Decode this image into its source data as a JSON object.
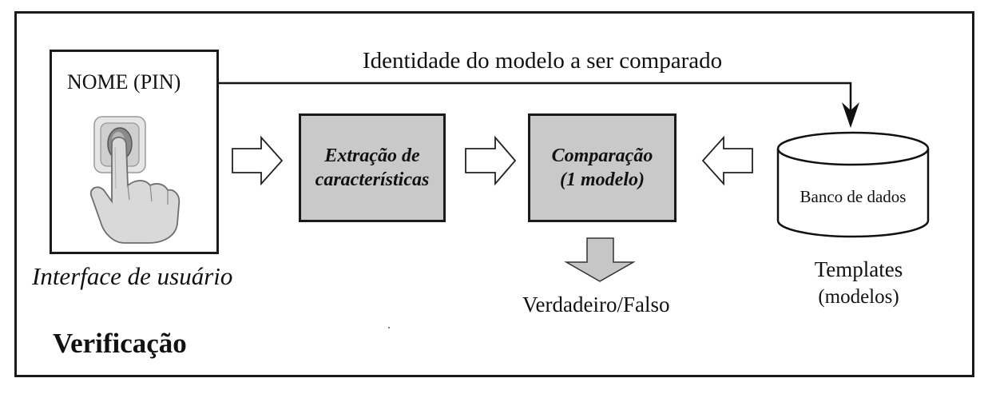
{
  "diagram": {
    "identity_label": "Identidade do modelo a ser comparado",
    "user_interface": {
      "name_pin": "NOME (PIN)",
      "caption": "Interface de usuário",
      "icon": "fingerprint-touch-icon"
    },
    "steps": {
      "extraction": "Extração de\ncaracterísticas",
      "comparison": "Comparação\n(1 modelo)"
    },
    "database": {
      "label": "Banco de dados",
      "caption_main": "Templates",
      "caption_sub": "(modelos)"
    },
    "output": "Verdadeiro/Falso",
    "mode_title": "Verificação"
  },
  "colors": {
    "process_fill": "#c9c9c9",
    "output_arrow_fill": "#c6c6c6",
    "stroke": "#1a1a1a"
  }
}
